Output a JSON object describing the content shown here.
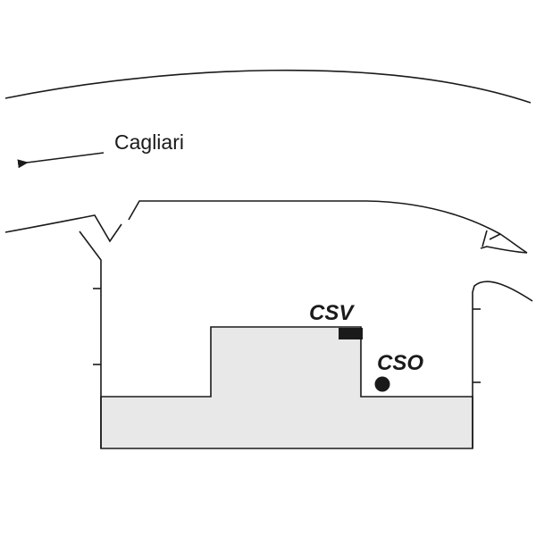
{
  "direction": {
    "label": "Cagliari"
  },
  "markers": {
    "csv": {
      "label": "CSV"
    },
    "cso": {
      "label": "CSO"
    }
  },
  "colors": {
    "stroke": "#1a1a1a",
    "fill_region": "#e8e8e8",
    "background": "#ffffff"
  }
}
